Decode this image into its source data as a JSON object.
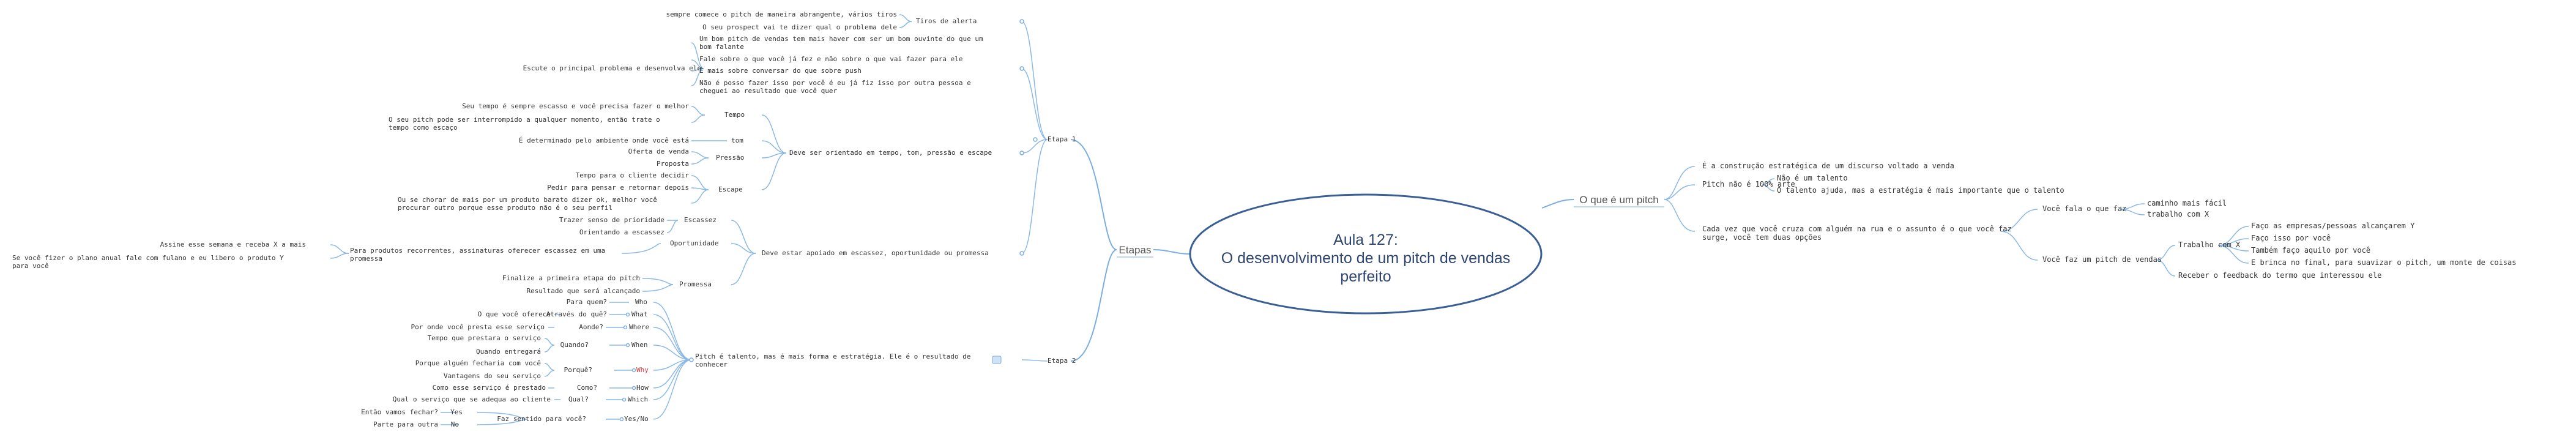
{
  "center": {
    "line1": "Aula 127:",
    "line2": "O desenvolvimento de um pitch de vendas",
    "line3": "perfeito"
  },
  "right": {
    "branch": "O que é um pitch",
    "items": [
      {
        "id": "r1",
        "text": "É a construção estratégica de um discurso voltado a venda"
      },
      {
        "id": "r2",
        "text": "Pitch não é 100% arte"
      },
      {
        "id": "r2a",
        "text": "Não é um talento"
      },
      {
        "id": "r2b",
        "text": "O talento ajuda, mas a estratégia é mais importante que o talento"
      },
      {
        "id": "r3",
        "text": "Cada vez que você cruza com alguém na rua e o assunto é o que você faz"
      },
      {
        "id": "r3b",
        "text": "surge, você tem duas opções"
      },
      {
        "id": "r3a",
        "text": "Você fala o que faz"
      },
      {
        "id": "r3a1",
        "text": "caminho mais fácil"
      },
      {
        "id": "r3a2",
        "text": "trabalho com X"
      },
      {
        "id": "r3c",
        "text": "Você faz um pitch de vendas"
      },
      {
        "id": "r3c1",
        "text": "Trabalho com X"
      },
      {
        "id": "r3c1a",
        "text": "Faço as empresas/pessoas alcançarem Y"
      },
      {
        "id": "r3c1b",
        "text": "Faço isso por você"
      },
      {
        "id": "r3c1c",
        "text": "Também faço aquilo por você"
      },
      {
        "id": "r3c1d",
        "text": "E brinca no final, para suavizar o pitch, um monte de coisas"
      },
      {
        "id": "r3c2",
        "text": "Receber o feedback do termo que interessou ele"
      }
    ]
  },
  "left": {
    "branch": "Etapas",
    "etapa1": {
      "label": "Etapa 1",
      "gatilho": "Tiros de alerta",
      "gatilho_items": [
        "sempre comece o pitch de maneira abrangente, vários tiros",
        "O seu prospect vai te dizer qual o problema dele"
      ],
      "escute": "Escute o principal problema e desenvolva ele",
      "escute_items": [
        "Um bom pitch de vendas tem mais haver com ser um bom ouvinte do que um",
        "bom falante",
        "Fale sobre o que você já fez e não sobre o que vai fazer para ele",
        "É mais sobre conversar do que sobre push",
        "Não é posso fazer isso por você é eu já fiz isso por outra pessoa e",
        "cheguei ao resultado que você quer"
      ],
      "orientado": "Deve ser orientado em tempo, tom, pressão e escape",
      "tempo": "Tempo",
      "tempo_items": [
        "Seu tempo é sempre escasso e você precisa fazer o melhor",
        "O seu pitch pode ser interrompido a qualquer momento, então trate o",
        "tempo como escaço"
      ],
      "tom": "tom",
      "tom_items": [
        "É determinado pelo ambiente onde você está"
      ],
      "pressao": "Pressão",
      "pressao_items": [
        "Oferta de venda",
        "Proposta"
      ],
      "escape": "Escape",
      "escape_items": [
        "Tempo para o cliente decidir",
        "Pedir para pensar e retornar depois",
        "Ou se chorar de mais por um produto barato dizer ok, melhor você",
        "procurar outro porque esse produto não é o seu perfil"
      ],
      "apoiado": "Deve estar apoiado em escassez, oportunidade ou promessa",
      "escassez": "Escassez",
      "escassez_items": [
        "Trazer senso de prioridade",
        "Orientando a escassez"
      ],
      "oportunidade": "Oportunidade",
      "oportunidade_items": [
        "Para produtos recorrentes, assinaturas oferecer escassez em uma",
        "promessa",
        "Assine esse semana e receba X a mais",
        "Se você fizer o plano anual fale com fulano e eu libero o produto Y",
        "para você"
      ],
      "promessa": "Promessa",
      "promessa_items": [
        "Finalize a primeira etapa do pitch",
        "Resultado que será alcançado"
      ]
    },
    "etapa2": {
      "label": "Etapa 2",
      "pitch": "Pitch é talento, mas é mais forma e estratégia. Ele é o resultado de",
      "pitch2": "conhecer",
      "w": [
        {
          "id": "who",
          "key": "Who",
          "q": "Para quem?"
        },
        {
          "id": "what",
          "key": "What",
          "q": "Através do quê?",
          "ans": "O que você oferece"
        },
        {
          "id": "where",
          "key": "Where",
          "q": "Aonde?",
          "ans": "Por onde você presta esse serviço"
        },
        {
          "id": "when",
          "key": "When",
          "q": "Quando?",
          "ans": "Tempo que prestara o serviço",
          "ans2": "Quando entregará"
        },
        {
          "id": "why",
          "key": "Why",
          "q": "Porquê?",
          "ans": "Porque alguém fecharia com você",
          "ans2": "Vantagens do seu serviço"
        },
        {
          "id": "how",
          "key": "How",
          "q": "Como?",
          "ans": "Como esse serviço é prestado"
        },
        {
          "id": "which",
          "key": "Which",
          "q": "Qual?",
          "ans": "Qual o serviço que se adequa ao cliente"
        },
        {
          "id": "yesno",
          "key": "Yes/No",
          "q": "Faz sentido para você?",
          "yes": "Yes",
          "no": "No",
          "yes_ans": "Então vamos fechar?",
          "no_ans": "Parte para outra"
        }
      ]
    }
  },
  "colors": {
    "line": "#7aaee0",
    "center_border": "#3a5f95",
    "center_text": "#2f4670",
    "why": "#dd3333"
  }
}
